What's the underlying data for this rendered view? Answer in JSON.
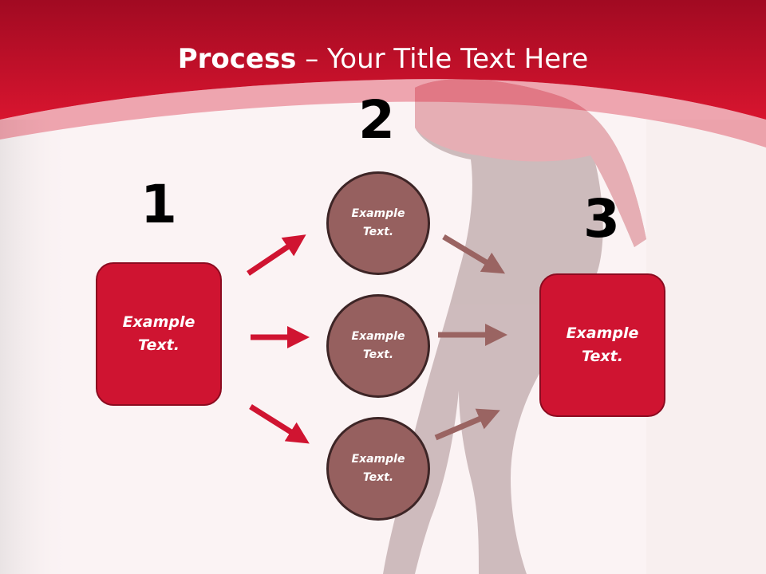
{
  "slide": {
    "title_bold": "Process",
    "title_rest": " – Your Title Text Here",
    "steps": {
      "one": "1",
      "two": "2",
      "three": "3"
    },
    "left_box": {
      "line1": "Example",
      "line2": "Text."
    },
    "right_box": {
      "line1": "Example",
      "line2": "Text."
    },
    "circles": [
      {
        "line1": "Example",
        "line2": "Text."
      },
      {
        "line1": "Example",
        "line2": "Text."
      },
      {
        "line1": "Example",
        "line2": "Text."
      }
    ]
  },
  "colors": {
    "header_red": "#d01431",
    "box_red": "#cf1431",
    "circle_fill": "#96605f",
    "arrow_red": "#d01431",
    "arrow_brown": "#9a6462"
  }
}
